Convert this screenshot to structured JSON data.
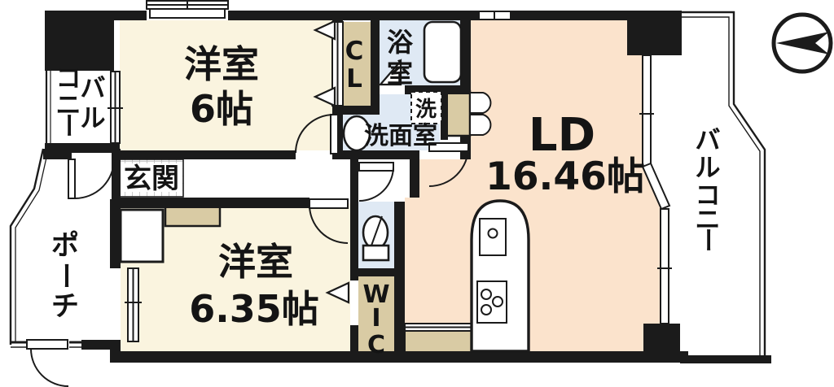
{
  "plan": {
    "bedroom1": {
      "name": "洋室",
      "size": "6帖"
    },
    "bedroom2": {
      "name": "洋室",
      "size": "6.35帖"
    },
    "living_dining": {
      "name": "LD",
      "size": "16.46帖"
    },
    "entrance": "玄関",
    "washroom": "洗面室",
    "washer_symbol": "洗",
    "bath": [
      "浴",
      "室"
    ],
    "closet": [
      "C",
      "L"
    ],
    "wic": [
      "W",
      "I",
      "C"
    ],
    "porch": [
      "ポ",
      "ー",
      "チ"
    ],
    "balcony_left": {
      "col1": [
        "バ",
        "ル"
      ],
      "col2": [
        "コ",
        "ニ",
        "ー"
      ]
    },
    "balcony_right": [
      "バ",
      "ル",
      "コ",
      "ニ",
      "ー"
    ]
  },
  "colors": {
    "wall": "#1b1b1b",
    "room_cream": "#faf4df",
    "room_peach": "#fbe3cc",
    "closet_tan": "#d9cba4",
    "wet_blue": "#dfe9f4",
    "tile_line": "#ababab"
  }
}
